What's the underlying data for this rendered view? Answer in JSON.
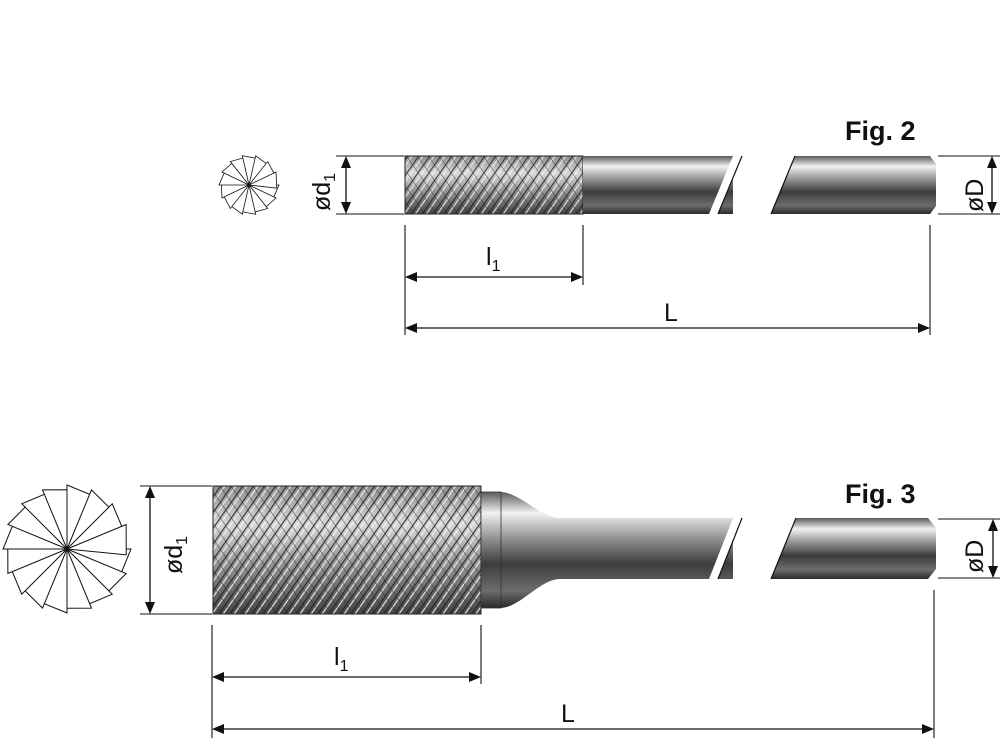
{
  "figures": [
    {
      "title": "Fig. 2",
      "labels": {
        "head_diameter": "ød",
        "head_diameter_sub": "1",
        "shank_diameter": "øD",
        "cut_length": "l",
        "cut_length_sub": "1",
        "total_length": "L"
      }
    },
    {
      "title": "Fig. 3",
      "labels": {
        "head_diameter": "ød",
        "head_diameter_sub": "1",
        "shank_diameter": "øD",
        "cut_length": "l",
        "cut_length_sub": "1",
        "total_length": "L"
      }
    }
  ],
  "colors": {
    "line": "#111111",
    "metal_dark": "#3a3a3a",
    "metal_light": "#e8e8e8",
    "background": "#ffffff"
  },
  "icons": [
    "rotor-end-view-icon",
    "carbide-burr-icon"
  ]
}
